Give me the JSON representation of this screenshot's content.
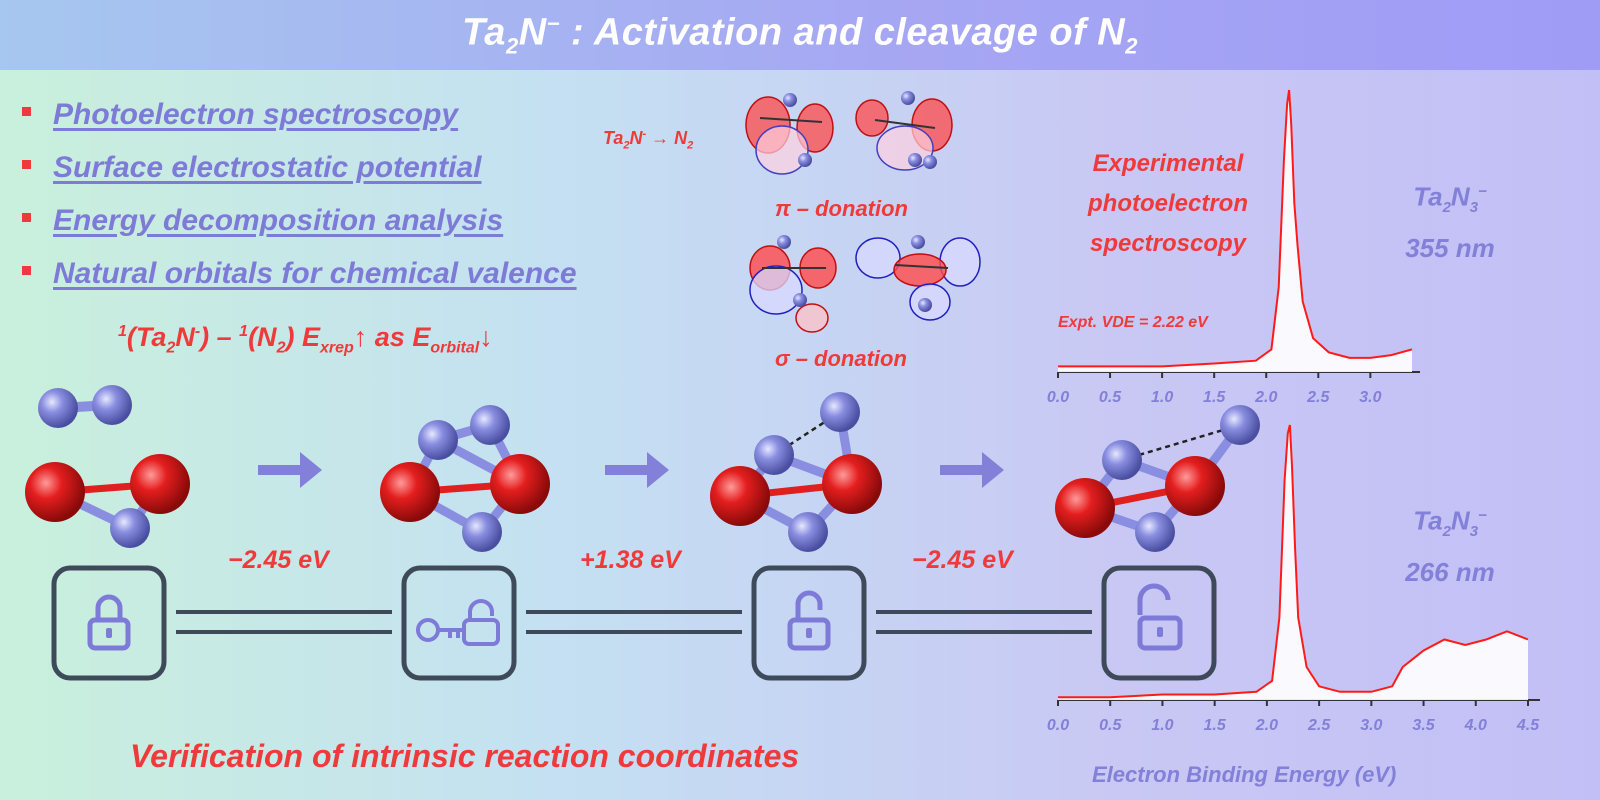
{
  "title": {
    "base": "Ta",
    "sub1": "2",
    "mid": "N",
    "sup1": "−",
    "rest": " : Activation and cleavage of N",
    "sub2": "2"
  },
  "bullets": [
    "Photoelectron spectroscopy",
    "Surface electrostatic potential",
    "Energy decomposition analysis",
    "Natural orbitals for chemical valence"
  ],
  "edaLabel": {
    "p1": "1",
    "p2": "(Ta",
    "p3": "2",
    "p4": "N",
    "p5": "-",
    "p6": ") – ",
    "p7": "1",
    "p8": "(N",
    "p9": "2",
    "p10": ") E",
    "p11": "xrep",
    "p12": "↑ as E",
    "p13": "orbital",
    "p14": "↓"
  },
  "donation": {
    "header_a": "Ta",
    "header_b": "2",
    "header_c": "N",
    "header_d": "-",
    "header_e": " → N",
    "header_f": "2",
    "pi": "π – donation",
    "sigma": "σ – donation"
  },
  "energies": [
    "−2.45 eV",
    "+1.38 eV",
    "−2.45 eV"
  ],
  "footer": "Verification of intrinsic reaction coordinates",
  "experimental": {
    "line1": "Experimental",
    "line2": "photoelectron",
    "line3": "spectroscopy",
    "vde": "Expt. VDE = 2.22 eV"
  },
  "spectra": [
    {
      "species_a": "Ta",
      "species_b": "2",
      "species_c": "N",
      "species_d": "3",
      "species_e": "−",
      "wavelength": "355 nm"
    },
    {
      "species_a": "Ta",
      "species_b": "2",
      "species_c": "N",
      "species_d": "3",
      "species_e": "−",
      "wavelength": "266 nm"
    }
  ],
  "xlabel": "Electron Binding Energy (eV)",
  "chart_data": [
    {
      "type": "line",
      "title": "",
      "xlabel": "",
      "ylabel": "",
      "xlim": [
        0.0,
        3.4
      ],
      "ticks": [
        "0.0",
        "0.5",
        "1.0",
        "1.5",
        "2.0",
        "2.5",
        "3.0"
      ],
      "series": [
        {
          "x": [
            0.0,
            0.5,
            1.0,
            1.5,
            1.9,
            2.05,
            2.12,
            2.17,
            2.2,
            2.22,
            2.24,
            2.27,
            2.3,
            2.35,
            2.45,
            2.6,
            2.8,
            3.0,
            3.2,
            3.4
          ],
          "y": [
            0.02,
            0.02,
            0.02,
            0.03,
            0.04,
            0.08,
            0.3,
            0.75,
            0.95,
            1.0,
            0.88,
            0.6,
            0.45,
            0.25,
            0.12,
            0.07,
            0.05,
            0.05,
            0.06,
            0.08
          ]
        }
      ]
    },
    {
      "type": "line",
      "title": "",
      "xlabel": "Electron Binding Energy (eV)",
      "ylabel": "",
      "xlim": [
        0.0,
        4.5
      ],
      "ticks": [
        "0.0",
        "0.5",
        "1.0",
        "1.5",
        "2.0",
        "2.5",
        "3.0",
        "3.5",
        "4.0",
        "4.5"
      ],
      "series": [
        {
          "x": [
            0.0,
            0.5,
            1.0,
            1.5,
            1.9,
            2.05,
            2.12,
            2.17,
            2.2,
            2.22,
            2.24,
            2.27,
            2.3,
            2.38,
            2.5,
            2.7,
            3.0,
            3.2,
            3.3,
            3.4,
            3.5,
            3.7,
            3.9,
            4.1,
            4.3,
            4.5
          ],
          "y": [
            0.01,
            0.01,
            0.02,
            0.02,
            0.03,
            0.07,
            0.3,
            0.8,
            0.97,
            1.0,
            0.85,
            0.55,
            0.3,
            0.12,
            0.05,
            0.03,
            0.03,
            0.05,
            0.12,
            0.15,
            0.18,
            0.22,
            0.2,
            0.22,
            0.25,
            0.22
          ]
        }
      ]
    }
  ],
  "colors": {
    "red": "#ee3a3a",
    "purple": "#8280d8",
    "tantalum": "#e01f1f",
    "nitrogen": "#8a8ee0",
    "lock": "#3e4a5a"
  }
}
